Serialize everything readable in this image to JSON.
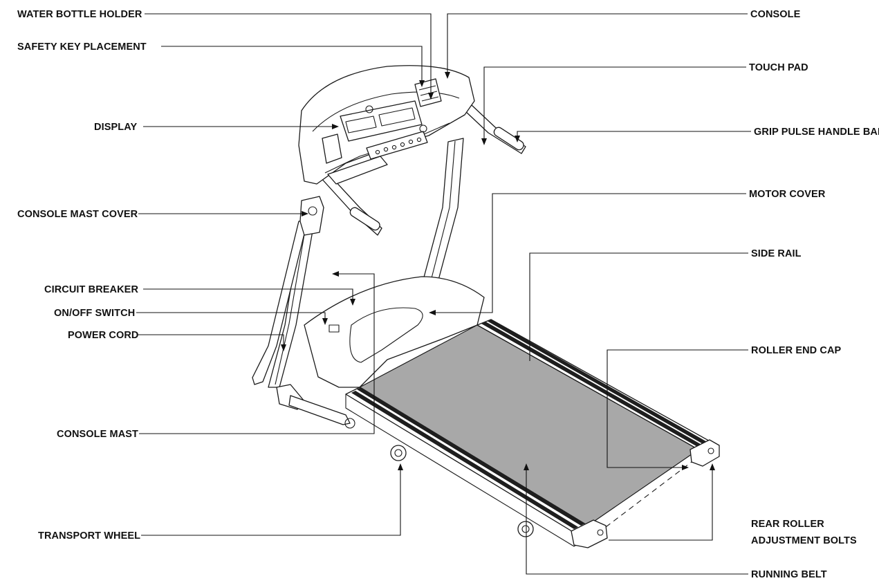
{
  "labels": {
    "water_bottle_holder": "WATER BOTTLE HOLDER",
    "safety_key_placement": "SAFETY KEY PLACEMENT",
    "display": "DISPLAY",
    "console_mast_cover": "CONSOLE MAST COVER",
    "circuit_breaker": "CIRCUIT BREAKER",
    "on_off_switch": "ON/OFF SWITCH",
    "power_cord": "POWER CORD",
    "console_mast": "CONSOLE MAST",
    "transport_wheel": "TRANSPORT WHEEL",
    "console": "CONSOLE",
    "touch_pad": "TOUCH PAD",
    "grip_pulse_handle_bars": "GRIP PULSE HANDLE BARS",
    "motor_cover": "MOTOR COVER",
    "side_rail": "SIDE RAIL",
    "roller_end_cap": "ROLLER END CAP",
    "rear_roller_adjustment_bolts_line1": "REAR ROLLER",
    "rear_roller_adjustment_bolts_line2": "ADJUSTMENT BOLTS",
    "running_belt": "RUNNING BELT"
  },
  "colors": {
    "ink": "#111111",
    "belt": "#9c9c9c",
    "background": "#ffffff"
  }
}
